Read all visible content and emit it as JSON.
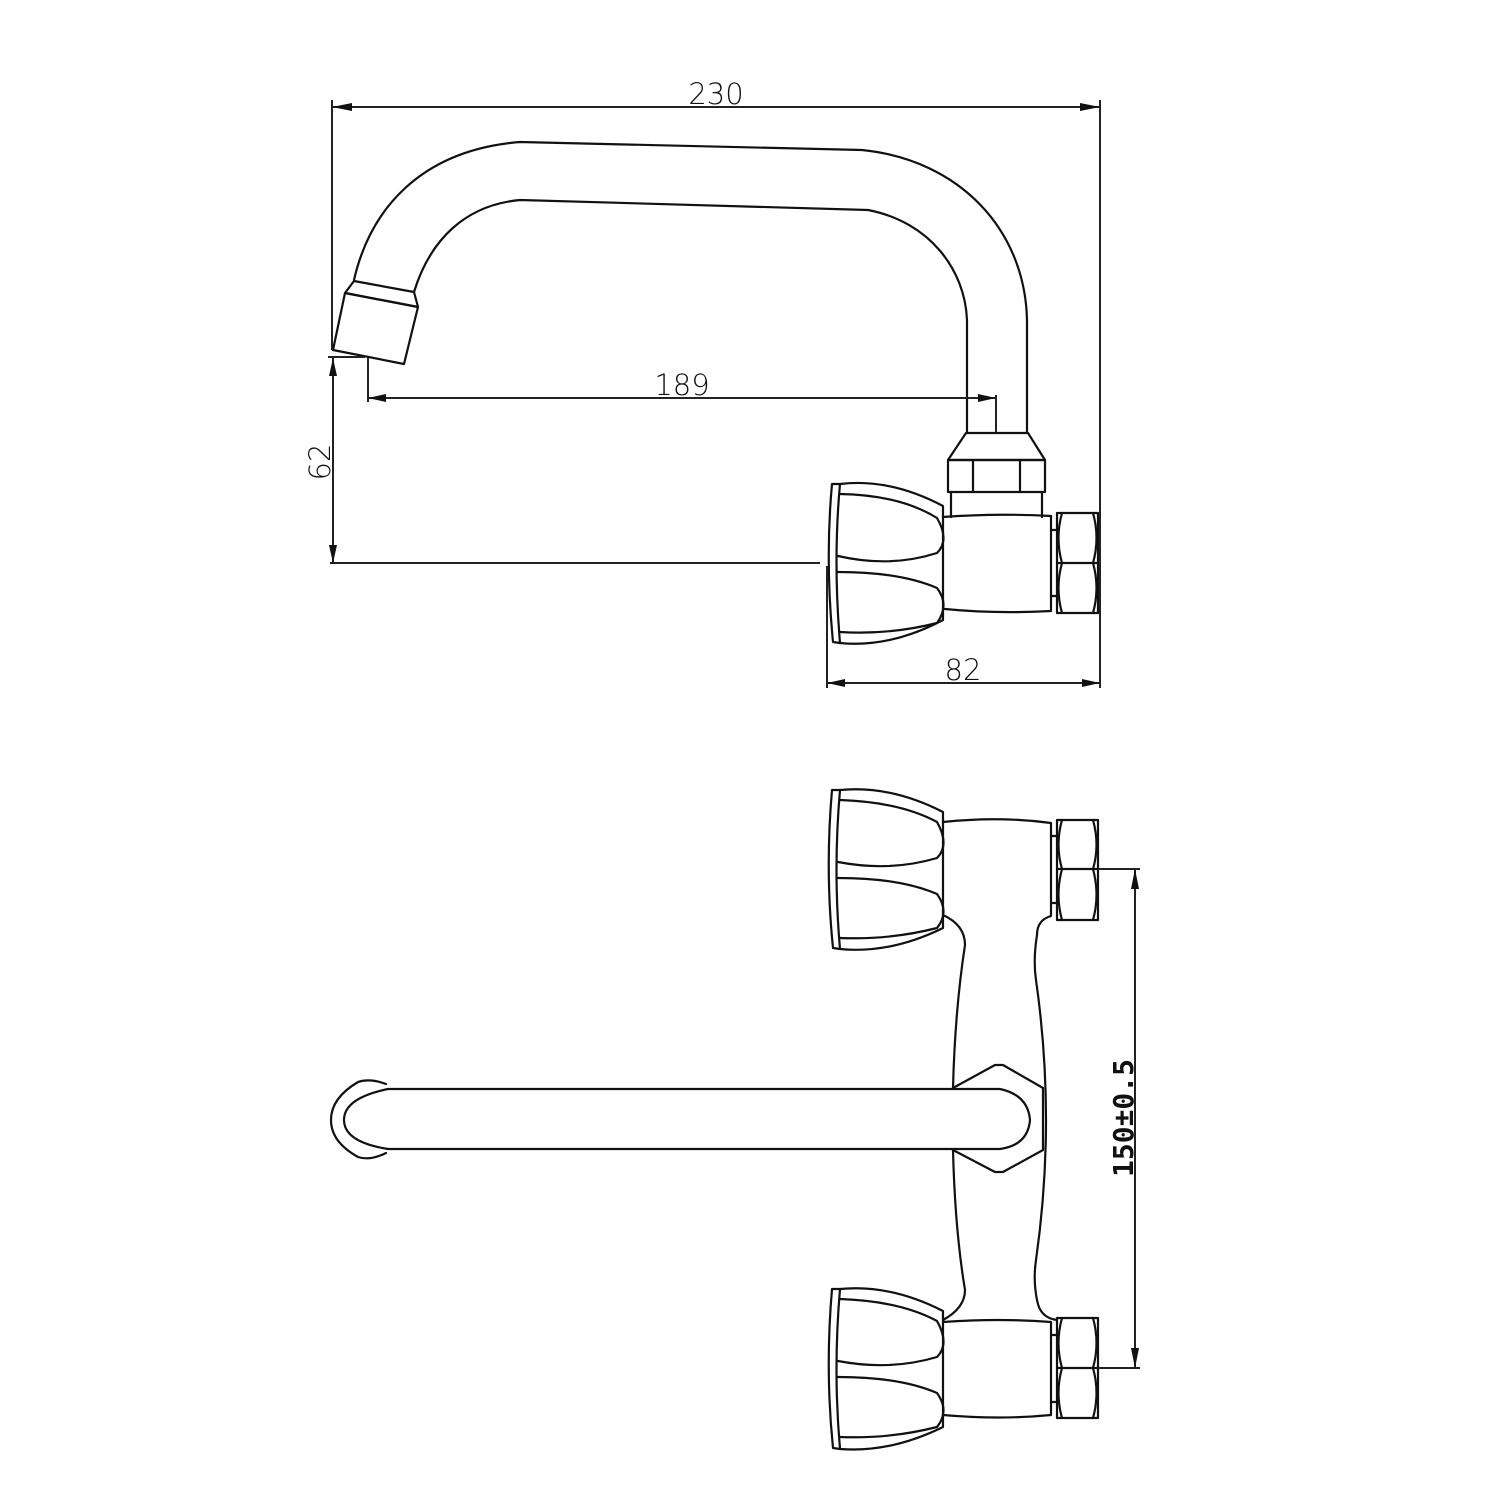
{
  "drawing": {
    "title": "Wall-mounted kitchen faucet technical drawing",
    "views": [
      "side-view",
      "front-view"
    ],
    "units": "mm",
    "line_color": "#111111",
    "background": "#ffffff"
  },
  "dimensions": {
    "overall_length": "230",
    "spout_reach": "189",
    "spout_height": "62",
    "body_depth": "82",
    "inlet_spacing": "150±0.5"
  }
}
